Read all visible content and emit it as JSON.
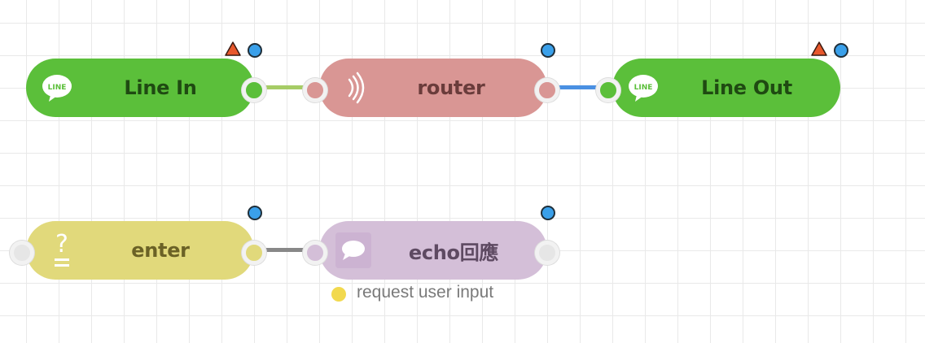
{
  "nodes": {
    "line_in": {
      "label": "Line In"
    },
    "router": {
      "label": "router"
    },
    "line_out": {
      "label": "Line Out"
    },
    "enter": {
      "label": "enter",
      "icon_glyph": "?"
    },
    "echo": {
      "label": "echo回應",
      "status": "request user input"
    }
  },
  "icons": {
    "line_badge_text": "LINE"
  },
  "colors": {
    "line_node": "#5bbf3a",
    "router_node": "#d99694",
    "enter_node": "#e1d97b",
    "echo_node": "#d4bfd8",
    "wire_green": "#a6cc66",
    "wire_blue": "#4a90e2",
    "wire_gray": "#888888",
    "status_blue": "#3aa0ea",
    "warning_red": "#e8582c",
    "status_yellow": "#f2d94e"
  }
}
